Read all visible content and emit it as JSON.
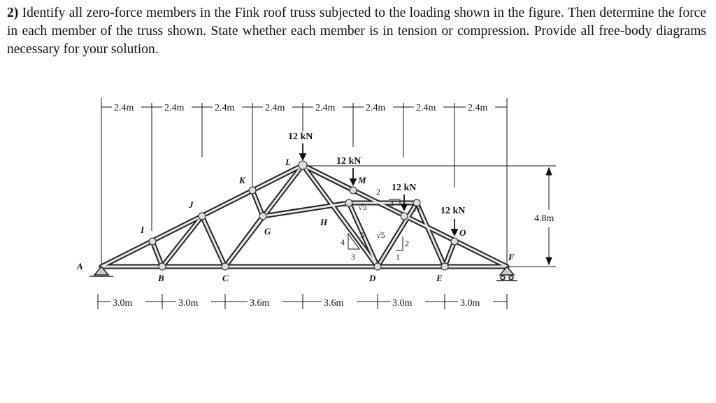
{
  "problem": {
    "number": "2)",
    "text": "Identify all zero-force members in the Fink roof truss subjected to the loading shown in the figure. Then determine the force in each member of the truss shown. State whether each member is in tension or compression. Provide all free-body diagrams necessary for your solution."
  },
  "figure": {
    "top_dims": [
      "2.4m",
      "2.4m",
      "2.4m",
      "2.4m",
      "2.4m",
      "2.4m",
      "2.4m",
      "2.4m"
    ],
    "bottom_dims": [
      "3.0m",
      "3.0m",
      "3.6m",
      "3.6m",
      "3.0m",
      "3.0m"
    ],
    "height_dim": "4.8m",
    "loads": [
      "12 kN",
      "12 kN",
      "12 kN",
      "12 kN"
    ],
    "joints": [
      "A",
      "B",
      "C",
      "D",
      "E",
      "F",
      "G",
      "H",
      "I",
      "J",
      "K",
      "L",
      "M",
      "N",
      "O"
    ],
    "slopes": {
      "upper": [
        "2",
        "1",
        "√5"
      ],
      "lower_left": [
        "4",
        "3",
        "5"
      ],
      "lower_right": [
        "√5",
        "2",
        "1"
      ]
    }
  }
}
